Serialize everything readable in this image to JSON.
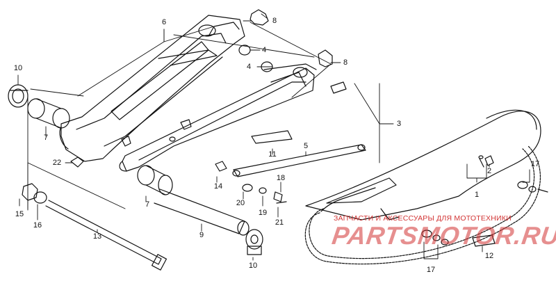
{
  "diagram": {
    "labels": [
      {
        "id": "l-6",
        "text": "6"
      },
      {
        "id": "l-8a",
        "text": "8"
      },
      {
        "id": "l-4a",
        "text": "4"
      },
      {
        "id": "l-4b",
        "text": "4"
      },
      {
        "id": "l-8b",
        "text": "8"
      },
      {
        "id": "l-10a",
        "text": "10"
      },
      {
        "id": "l-3",
        "text": "3"
      },
      {
        "id": "l-7a",
        "text": "7"
      },
      {
        "id": "l-5",
        "text": "5"
      },
      {
        "id": "l-11",
        "text": "11"
      },
      {
        "id": "l-22",
        "text": "22"
      },
      {
        "id": "l-2",
        "text": "2"
      },
      {
        "id": "l-17a",
        "text": "17"
      },
      {
        "id": "l-14",
        "text": "14"
      },
      {
        "id": "l-18",
        "text": "18"
      },
      {
        "id": "l-1",
        "text": "1"
      },
      {
        "id": "l-15",
        "text": "15"
      },
      {
        "id": "l-7b",
        "text": "7"
      },
      {
        "id": "l-20",
        "text": "20"
      },
      {
        "id": "l-19",
        "text": "19"
      },
      {
        "id": "l-16",
        "text": "16"
      },
      {
        "id": "l-9",
        "text": "9"
      },
      {
        "id": "l-21",
        "text": "21"
      },
      {
        "id": "l-13",
        "text": "13"
      },
      {
        "id": "l-10b",
        "text": "10"
      },
      {
        "id": "l-17b",
        "text": "17"
      },
      {
        "id": "l-12",
        "text": "12"
      }
    ]
  },
  "watermark": {
    "text": "ЗАПЧАСТИ И АКСЕССУАРЫ ДЛЯ МОТОТЕХНИКИ",
    "logo": "PARTSMOTOR.RU",
    "color": "#d23434"
  }
}
